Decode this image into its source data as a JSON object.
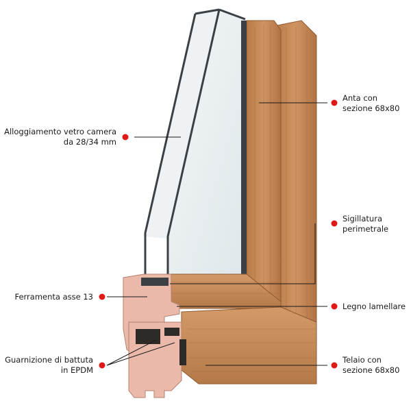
{
  "diagram": {
    "colors": {
      "wood_light": "#c98e5c",
      "wood_dark": "#a9693b",
      "section_pink": "#ebb9a9",
      "glass": "#e3ebee",
      "glass_frame": "#3b4045",
      "marker": "#e01818",
      "leader": "#1a1a1a"
    },
    "labels": [
      {
        "id": "anta",
        "lines": [
          "Anta con",
          "sezione 68x80"
        ]
      },
      {
        "id": "vetro",
        "lines": [
          "Alloggiamento vetro camera",
          "da 28/34 mm"
        ]
      },
      {
        "id": "sigillatura",
        "lines": [
          "Sigillatura",
          "perimetrale"
        ]
      },
      {
        "id": "ferramenta",
        "lines": [
          "Ferramenta asse 13"
        ]
      },
      {
        "id": "legno",
        "lines": [
          "Legno lamellare"
        ]
      },
      {
        "id": "guarnizione",
        "lines": [
          "Guarnizione di battuta",
          "in EPDM"
        ]
      },
      {
        "id": "telaio",
        "lines": [
          "Telaio con",
          "sezione 68x80"
        ]
      }
    ]
  }
}
